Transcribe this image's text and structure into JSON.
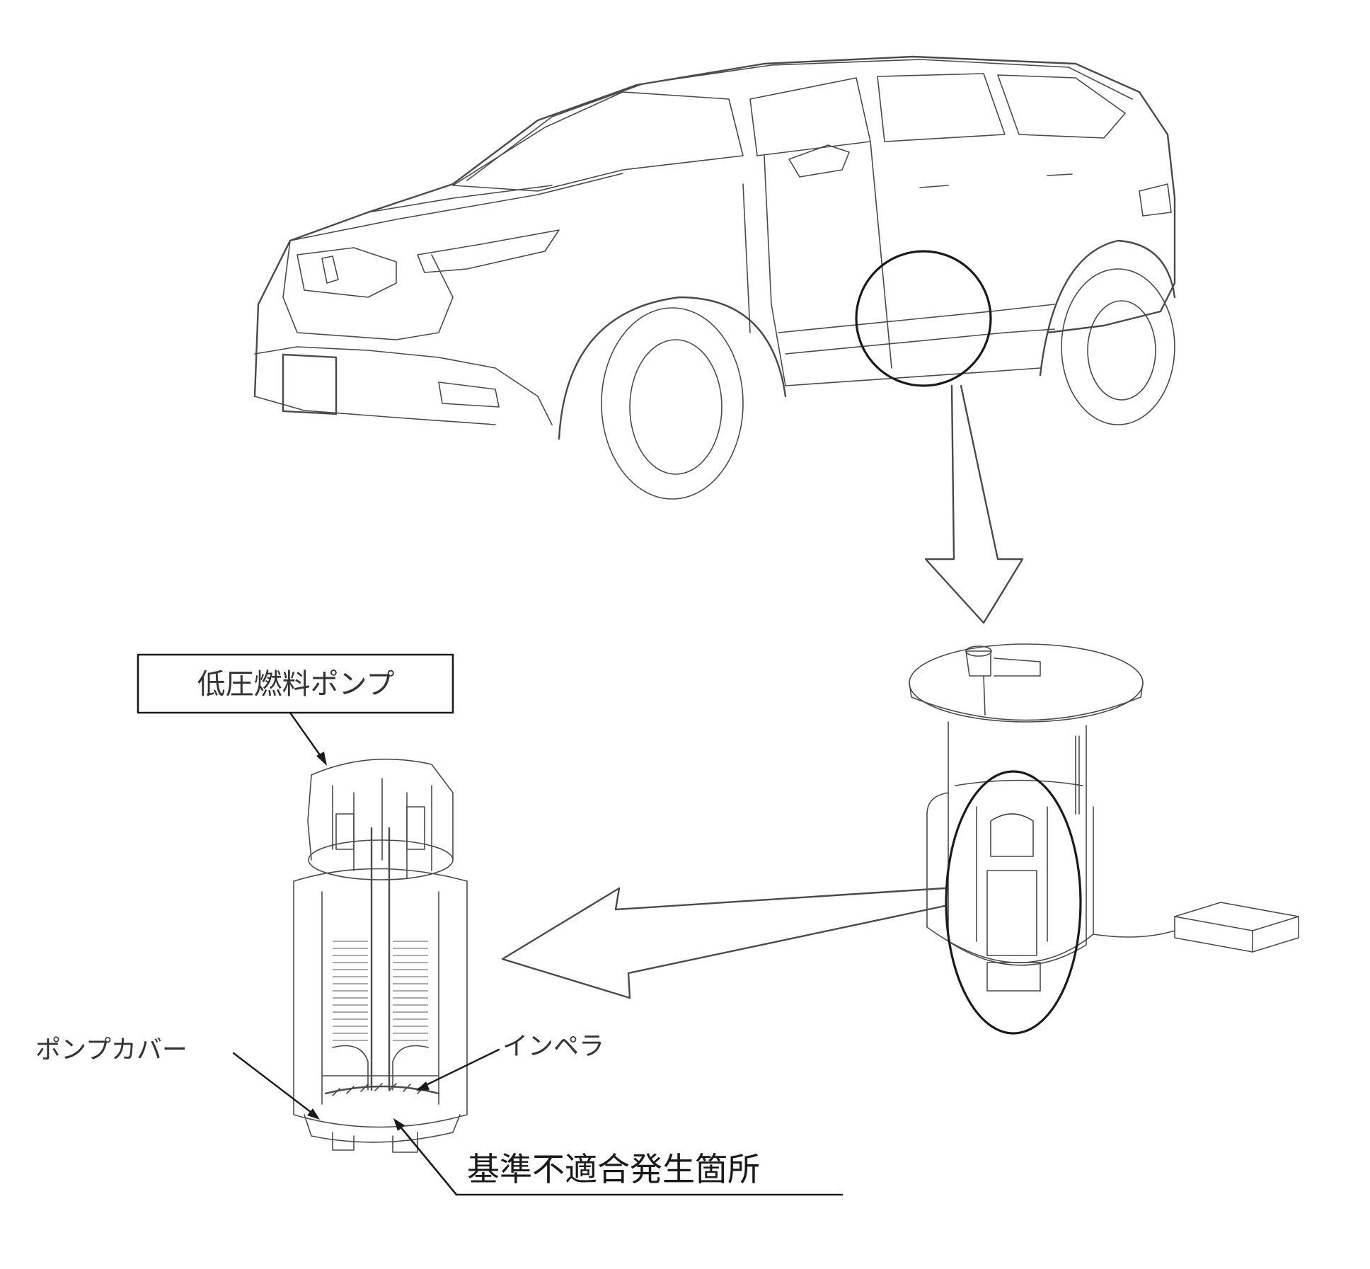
{
  "labels": {
    "low_pressure_fuel_pump": "低圧燃料ポンプ",
    "pump_cover": "ポンプカバー",
    "impeller": "インペラ",
    "nonconformity_location": "基準不適合発生箇所"
  },
  "colors": {
    "line": "#4a4a4a",
    "dark_line": "#1a1a1a",
    "background": "#ffffff"
  }
}
